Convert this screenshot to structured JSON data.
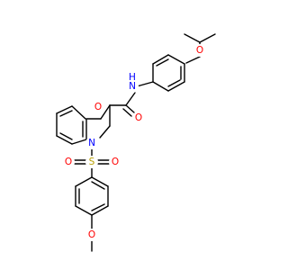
{
  "colors": {
    "bond": "#000000",
    "oxygen": "#ff0000",
    "nitrogen": "#0000ff",
    "sulfur": "#b8a000",
    "background": "#ffffff"
  },
  "atoms": [
    {
      "id": "o_ether_top",
      "label": "O",
      "element": "oxygen"
    },
    {
      "id": "n_amide",
      "label": "N",
      "element": "nitrogen"
    },
    {
      "id": "h_amide",
      "label": "H",
      "element": "nitrogen"
    },
    {
      "id": "o_ring",
      "label": "O",
      "element": "oxygen"
    },
    {
      "id": "o_carbonyl",
      "label": "O",
      "element": "oxygen"
    },
    {
      "id": "n_ring",
      "label": "N",
      "element": "nitrogen"
    },
    {
      "id": "o_sulfonyl_left",
      "label": "O",
      "element": "oxygen"
    },
    {
      "id": "s_sulfonyl",
      "label": "S",
      "element": "sulfur"
    },
    {
      "id": "o_sulfonyl_right",
      "label": "O",
      "element": "oxygen"
    },
    {
      "id": "o_methoxy",
      "label": "O",
      "element": "oxygen"
    }
  ]
}
